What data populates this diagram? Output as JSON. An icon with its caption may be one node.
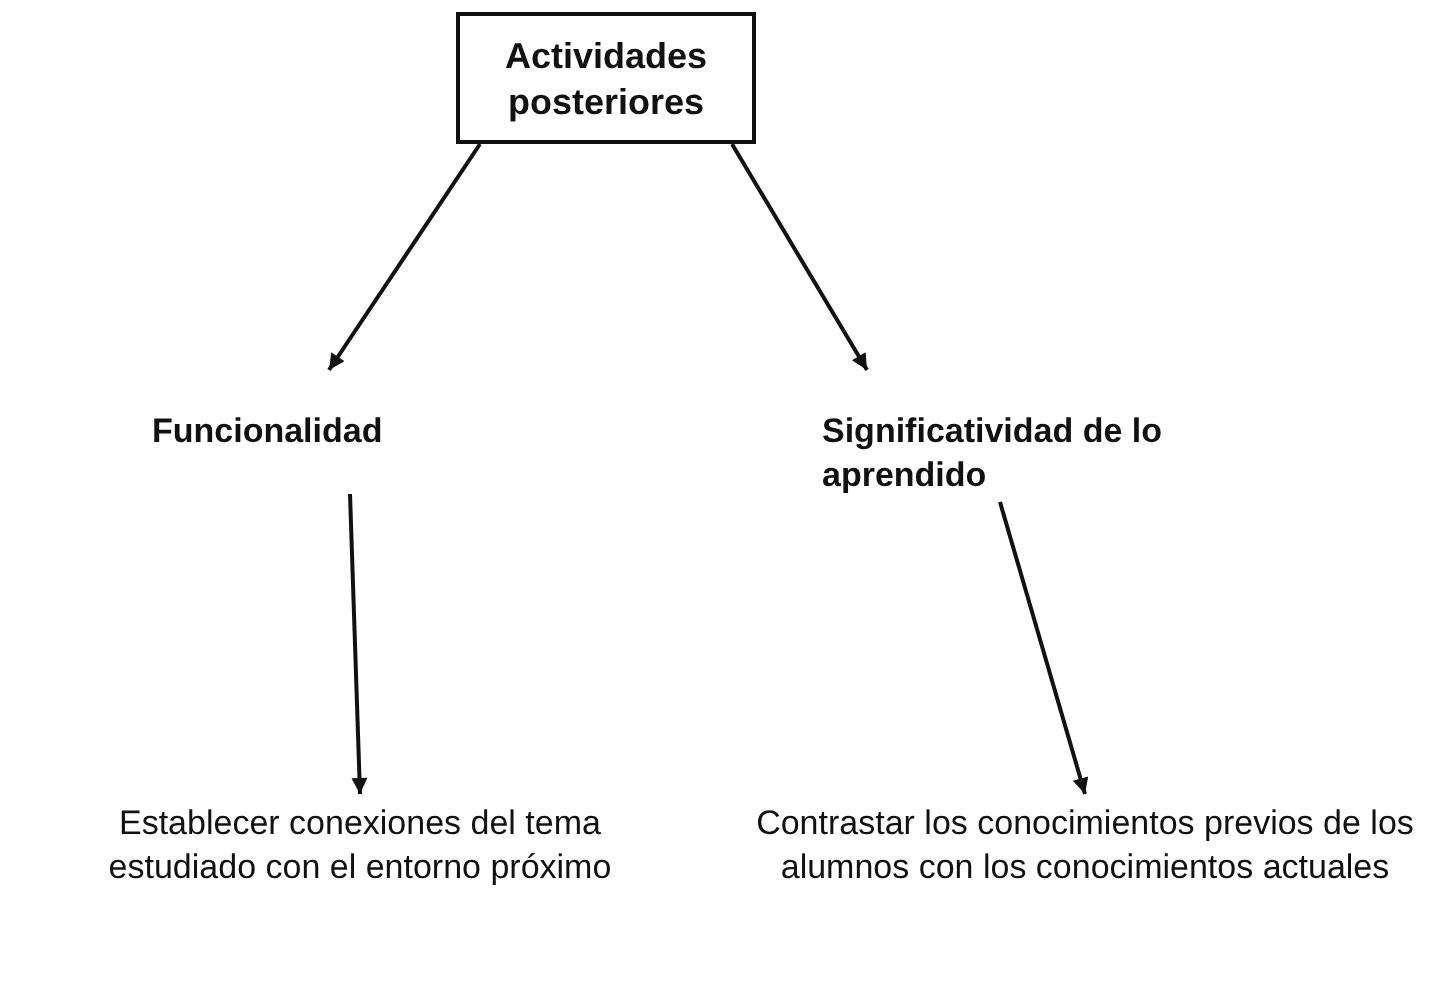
{
  "diagram": {
    "nodes": [
      {
        "text": [
          "Actividades posteriores"
        ]
      },
      {
        "text": [
          "Funcionalidad"
        ]
      },
      {
        "text": [
          "Significatividad de lo aprendido"
        ]
      },
      {
        "text": [
          "Establecer conexiones del tema estudiado con el entorno próximo"
        ]
      },
      {
        "text": [
          "Contrastar los conocimientos previos de los alumnos con los conocimientos actuales"
        ]
      }
    ],
    "edges": [
      {
        "from": 0,
        "to": 1,
        "arrow": "to"
      },
      {
        "from": 0,
        "to": 2,
        "arrow": "to"
      },
      {
        "from": 1,
        "to": 3,
        "arrow": "to"
      },
      {
        "from": 2,
        "to": 4,
        "arrow": "to"
      }
    ]
  }
}
